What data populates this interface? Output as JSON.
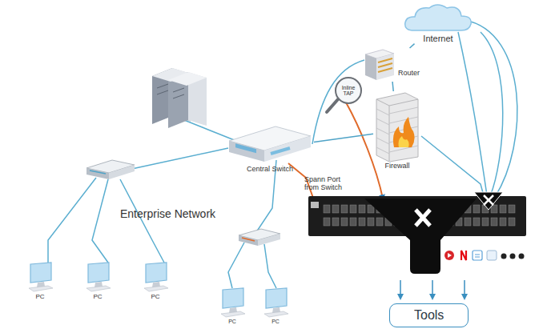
{
  "diagram": {
    "nodes": [
      {
        "text": [
          "Internet"
        ]
      },
      {
        "text": [
          "Router"
        ]
      },
      {
        "text": [
          "Inline TAP"
        ]
      },
      {
        "text": [
          "Firewall"
        ]
      },
      {
        "text": [
          "Central Switch"
        ]
      },
      {
        "text": [
          "PC"
        ]
      },
      {
        "text": [
          "PC"
        ]
      },
      {
        "text": [
          "PC"
        ]
      },
      {
        "text": [
          "PC"
        ]
      },
      {
        "text": [
          "PC"
        ]
      },
      {
        "text": [
          "Tools"
        ]
      }
    ],
    "edges": [
      {
        "from": 1,
        "to": 0,
        "arrow": "none"
      },
      {
        "from": 1,
        "to": 3,
        "arrow": "none"
      },
      {
        "from": 4,
        "to": 3,
        "arrow": "none"
      }
    ],
    "labels": [
      "Spann Port from Switch",
      "Enterprise Network"
    ]
  }
}
